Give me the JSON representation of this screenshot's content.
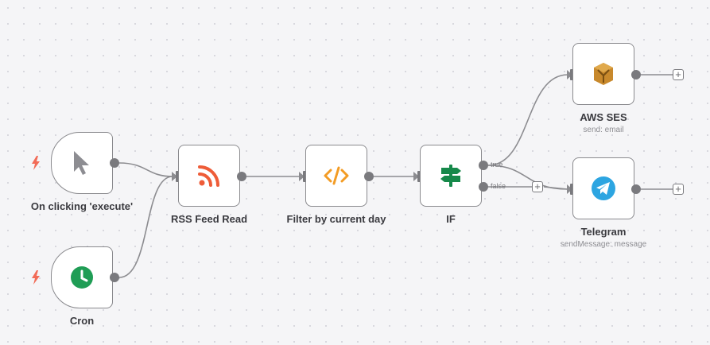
{
  "nodes": {
    "manual_trigger": {
      "label": "On clicking 'execute'"
    },
    "cron": {
      "label": "Cron"
    },
    "rss": {
      "label": "RSS Feed Read"
    },
    "filter": {
      "label": "Filter by current day"
    },
    "if": {
      "label": "IF",
      "true_label": "true",
      "false_label": "false"
    },
    "ses": {
      "label": "AWS SES",
      "subtitle": "send: email"
    },
    "telegram": {
      "label": "Telegram",
      "subtitle": "sendMessage: message"
    }
  },
  "plus_symbol": "+",
  "colors": {
    "rss": "#ee5c38",
    "code": "#f39c25",
    "if_green": "#16894a",
    "cron_green": "#1f9d55",
    "aws": "#c8892c",
    "telegram": "#2da5e1",
    "trigger_bolt": "#f26b57",
    "edge": "#8c8c90"
  }
}
